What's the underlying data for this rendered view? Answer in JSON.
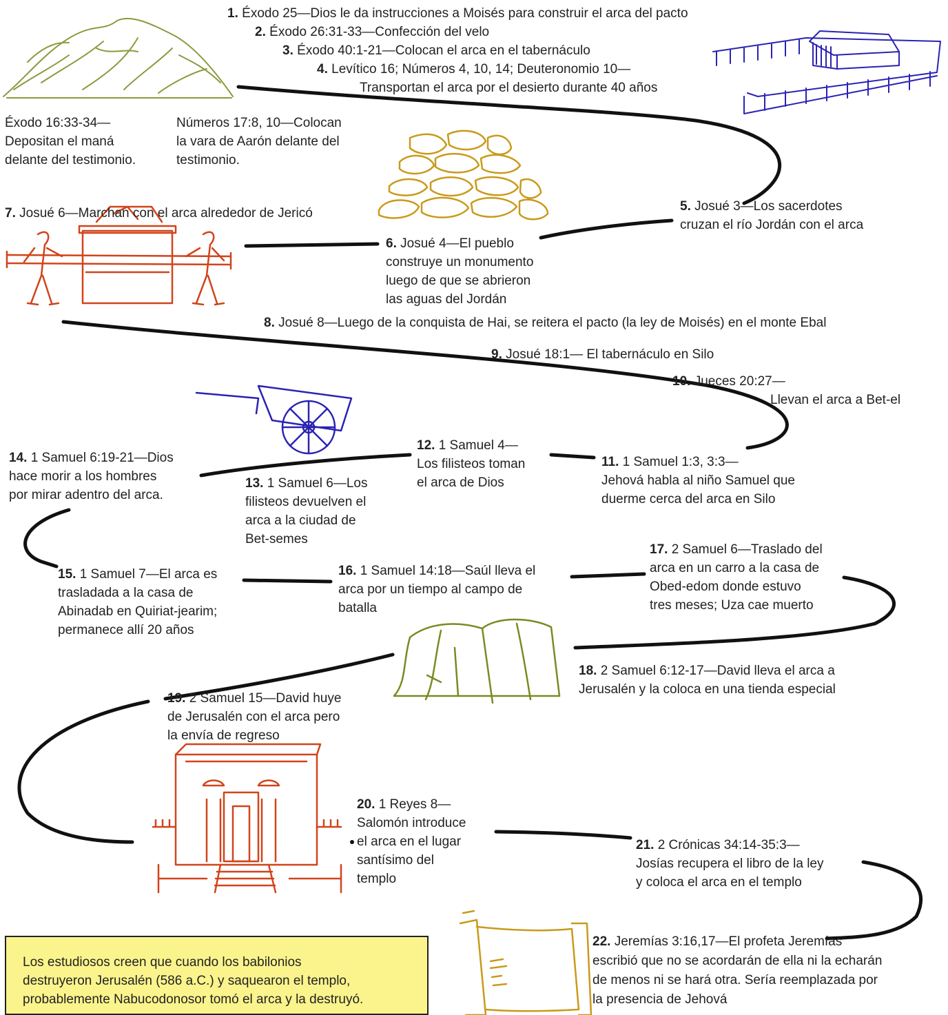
{
  "colors": {
    "timeline": "#111111",
    "mountain": "#8a9a3c",
    "tabernacle": "#2a22b4",
    "stones": "#c99a1a",
    "ark_carriers": "#d2431a",
    "cart": "#2a22b4",
    "tent": "#7a8a22",
    "temple": "#d2431a",
    "scroll": "#c99a1a",
    "note_bg": "#fbf48c"
  },
  "icons": [
    "mountain-icon",
    "tabernacle-icon",
    "stone-monument-icon",
    "ark-carriers-icon",
    "cart-icon",
    "tent-icon",
    "temple-icon",
    "scroll-icon"
  ],
  "events": [
    {
      "num": "1.",
      "lines": [
        "Éxodo 25—Dios le da instrucciones a Moisés para construir el arca del pacto"
      ]
    },
    {
      "num": "2.",
      "lines": [
        "Éxodo 26:31-33—Confección del velo"
      ]
    },
    {
      "num": "3.",
      "lines": [
        "Éxodo 40:1-21—Colocan el arca en el tabernáculo"
      ]
    },
    {
      "num": "4.",
      "lines": [
        "Levítico 16; Números 4, 10, 14; Deuteronomio 10—",
        "Transportan el arca por el desierto durante 40 años"
      ]
    },
    {
      "num": "",
      "lines": [
        "Éxodo 16:33-34—",
        "Depositan el maná",
        "delante del testimonio."
      ]
    },
    {
      "num": "",
      "lines": [
        "Números 17:8, 10—Colocan",
        "la vara de Aarón delante del",
        "testimonio."
      ]
    },
    {
      "num": "5.",
      "lines": [
        "Josué 3—Los sacerdotes",
        "cruzan el río Jordán con el arca"
      ]
    },
    {
      "num": "6.",
      "lines": [
        "Josué 4—El pueblo",
        "construye un monumento",
        "luego de que se abrieron",
        "las aguas del Jordán"
      ]
    },
    {
      "num": "7.",
      "lines": [
        "Josué 6—Marchan con el arca alrededor de Jericó"
      ]
    },
    {
      "num": "8.",
      "lines": [
        "Josué 8—Luego de la conquista de Hai, se reitera el pacto (la ley de Moisés) en el monte Ebal"
      ]
    },
    {
      "num": "9.",
      "lines": [
        "Josué 18:1— El tabernáculo en Silo"
      ]
    },
    {
      "num": "10.",
      "lines": [
        "Jueces 20:27—",
        "Llevan el arca a Bet-el"
      ]
    },
    {
      "num": "11.",
      "lines": [
        "1 Samuel 1:3, 3:3—",
        "Jehová habla al niño Samuel que",
        "duerme cerca del arca en Silo"
      ]
    },
    {
      "num": "12.",
      "lines": [
        "1 Samuel 4—",
        "Los filisteos toman",
        "el arca de Dios"
      ]
    },
    {
      "num": "13.",
      "lines": [
        "1 Samuel 6—Los",
        "filisteos devuelven el",
        "arca a la ciudad de",
        "Bet-semes"
      ]
    },
    {
      "num": "14.",
      "lines": [
        "1 Samuel 6:19-21—Dios",
        "hace morir a los hombres",
        "por mirar adentro del arca."
      ]
    },
    {
      "num": "15.",
      "lines": [
        "1 Samuel 7—El arca es",
        "trasladada a la casa de",
        "Abinadab en Quiriat-jearim;",
        "permanece allí 20 años"
      ]
    },
    {
      "num": "16.",
      "lines": [
        "1 Samuel 14:18—Saúl lleva el",
        "arca por un tiempo al campo de",
        "batalla"
      ]
    },
    {
      "num": "17.",
      "lines": [
        "2 Samuel 6—Traslado del",
        "arca en un carro a la casa de",
        "Obed-edom donde estuvo",
        "tres meses; Uza cae muerto"
      ]
    },
    {
      "num": "18.",
      "lines": [
        "2 Samuel 6:12-17—David lleva el arca a",
        "Jerusalén y la coloca en una tienda especial"
      ]
    },
    {
      "num": "19.",
      "lines": [
        "2 Samuel 15—David huye",
        "de Jerusalén con el arca pero",
        "la envía de regreso"
      ]
    },
    {
      "num": "20.",
      "lines": [
        "1 Reyes 8—",
        "Salomón introduce",
        "el arca en el lugar",
        "santísimo del",
        "templo"
      ]
    },
    {
      "num": "21.",
      "lines": [
        "2 Crónicas 34:14-35:3—",
        "Josías recupera el libro de la ley",
        "y coloca el arca en el templo"
      ]
    },
    {
      "num": "22.",
      "lines": [
        "Jeremías 3:16,17—El profeta Jeremías",
        "escribió que no se acordarán de ella ni la echarán",
        "de menos ni se hará otra. Sería reemplazada por",
        "la presencia de Jehová"
      ]
    }
  ],
  "note": {
    "lines": [
      "Los estudiosos creen que cuando los babilonios",
      "destruyeron Jerusalén (586 a.C.) y saquearon el templo,",
      "probablemente Nabucodonosor tomó el arca y la destruyó."
    ]
  }
}
